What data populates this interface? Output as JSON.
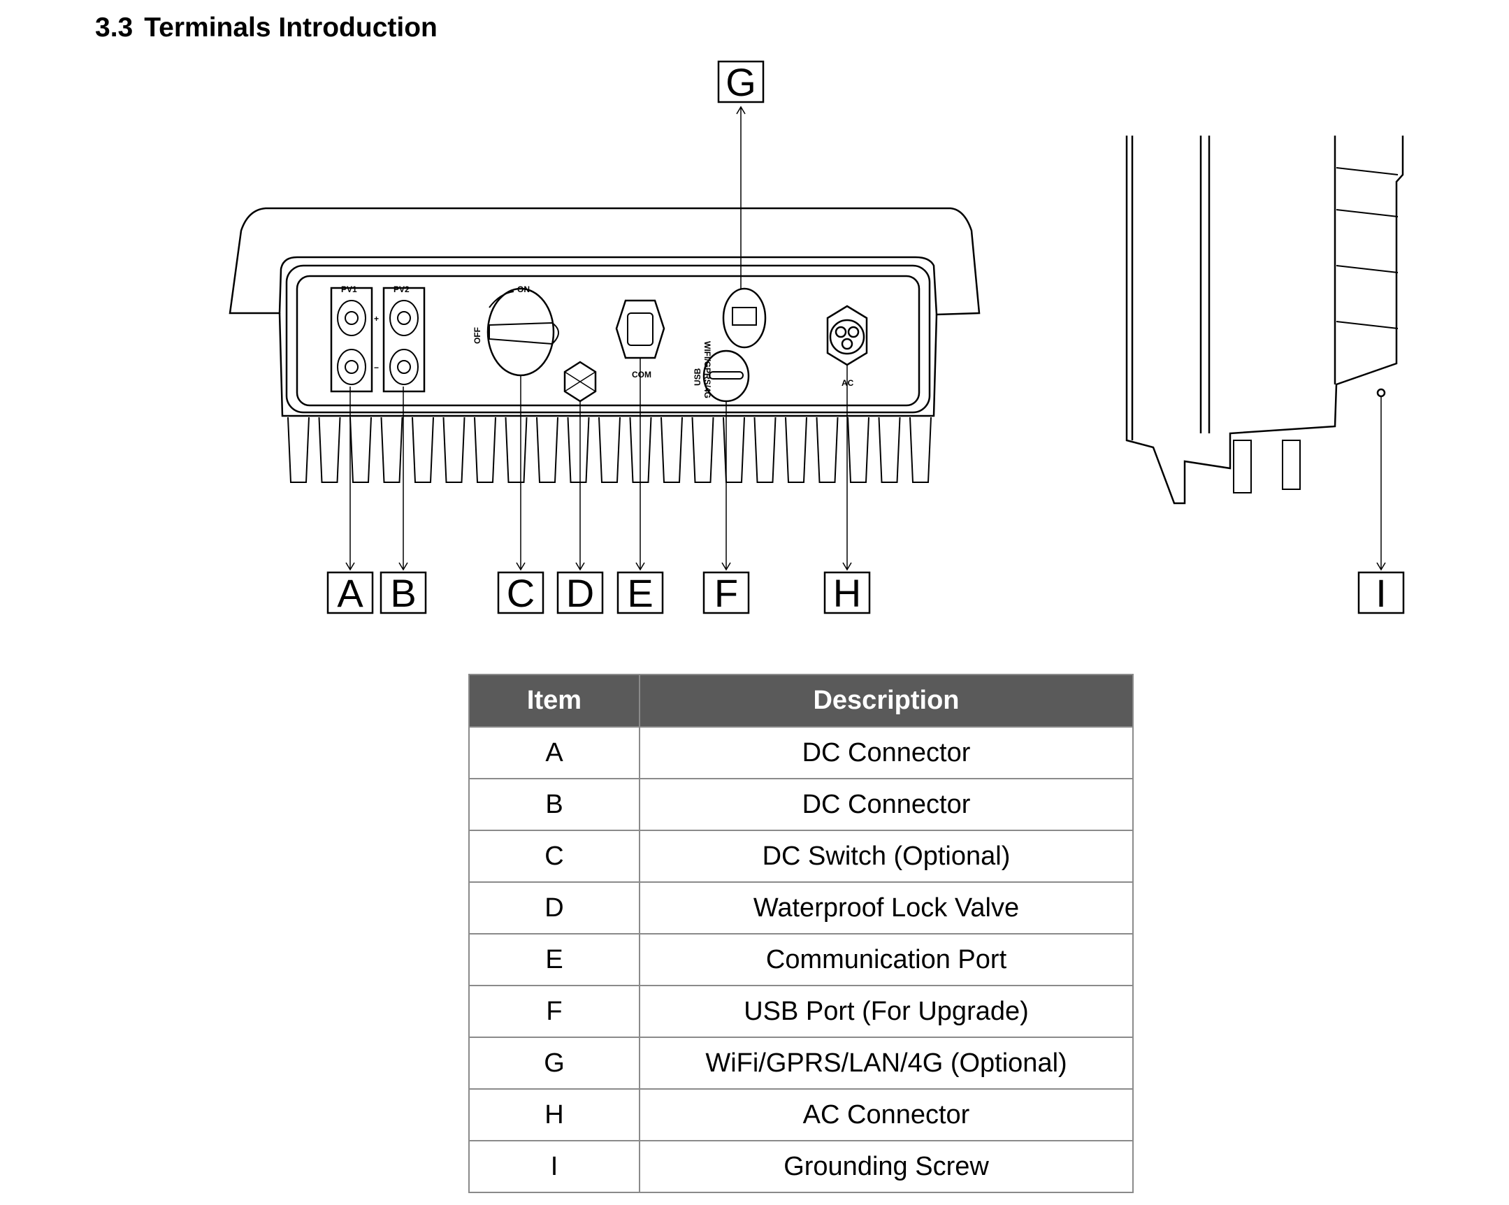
{
  "section": {
    "number": "3.3",
    "title": "Terminals Introduction"
  },
  "figure": {
    "callouts": [
      "A",
      "B",
      "C",
      "D",
      "E",
      "F",
      "G",
      "H",
      "I"
    ],
    "panel_labels": {
      "pv1": "PV1",
      "pv2": "PV2",
      "plus": "+",
      "minus": "−",
      "on": "ON",
      "off": "OFF",
      "com": "COM",
      "usb": "USB",
      "wifi": "WIFI/GPRS/4G",
      "ac": "AC"
    }
  },
  "table": {
    "headers": [
      "Item",
      "Description"
    ],
    "rows": [
      {
        "item": "A",
        "description": "DC Connector"
      },
      {
        "item": "B",
        "description": "DC Connector"
      },
      {
        "item": "C",
        "description": "DC Switch (Optional)"
      },
      {
        "item": "D",
        "description": "Waterproof Lock Valve"
      },
      {
        "item": "E",
        "description": "Communication Port"
      },
      {
        "item": "F",
        "description": "USB Port (For Upgrade)"
      },
      {
        "item": "G",
        "description": "WiFi/GPRS/LAN/4G (Optional)"
      },
      {
        "item": "H",
        "description": "AC Connector"
      },
      {
        "item": "I",
        "description": "Grounding Screw"
      }
    ]
  }
}
